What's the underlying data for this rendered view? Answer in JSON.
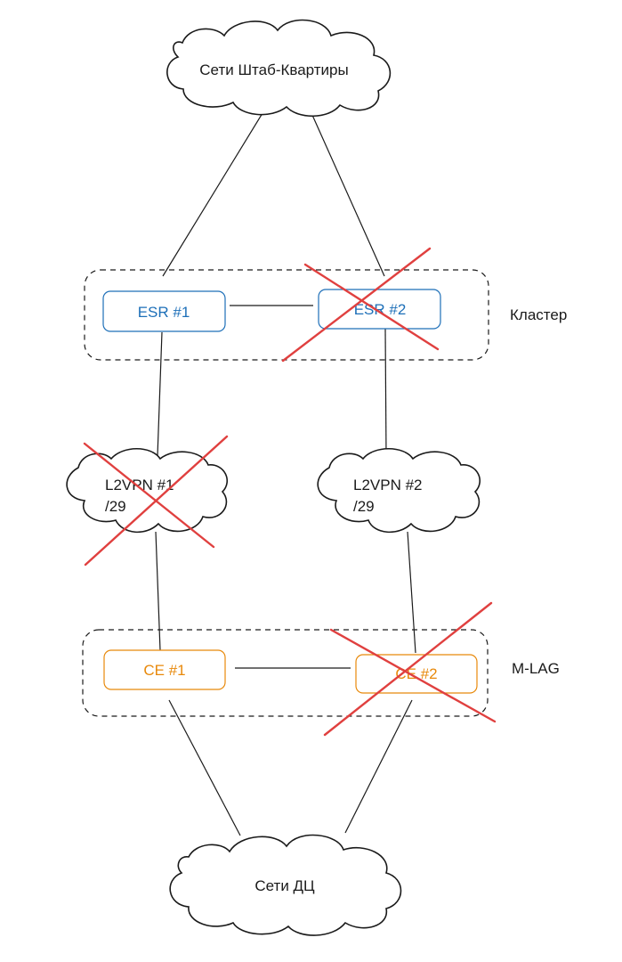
{
  "clouds": {
    "hq": {
      "label": "Сети Штаб-Квартиры"
    },
    "l2vpn1": {
      "line1": "L2VPN #1",
      "line2": "/29",
      "failed": true
    },
    "l2vpn2": {
      "line1": "L2VPN #2",
      "line2": "/29",
      "failed": false
    },
    "dc": {
      "label": "Сети ДЦ"
    }
  },
  "groups": {
    "cluster": {
      "label": "Кластер"
    },
    "mlag": {
      "label": "M-LAG"
    }
  },
  "nodes": {
    "esr1": {
      "label": "ESR #1",
      "failed": false
    },
    "esr2": {
      "label": "ESR #2",
      "failed": true
    },
    "ce1": {
      "label": "CE #1",
      "failed": false
    },
    "ce2": {
      "label": "CE #2",
      "failed": true
    }
  },
  "colors": {
    "esr": "#1d6fb8",
    "ce": "#e8890b",
    "failure_mark": "#e0403f",
    "line": "#1a1a1a"
  }
}
